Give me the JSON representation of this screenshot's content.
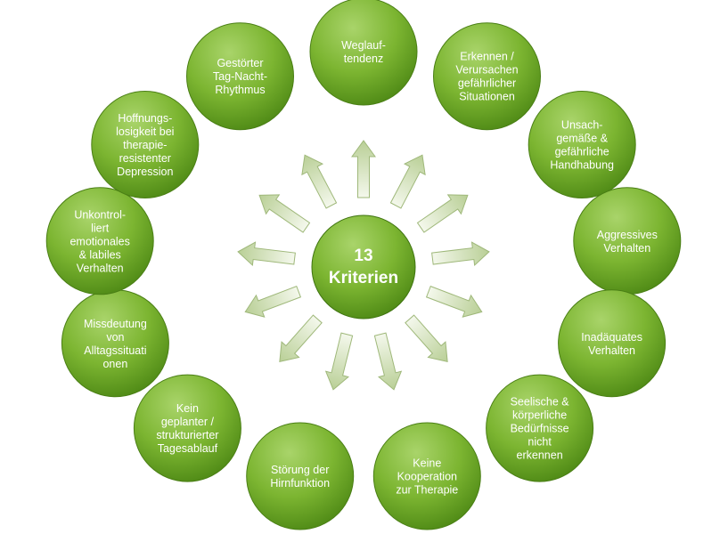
{
  "center": {
    "lines": [
      "13",
      "Kriterien"
    ]
  },
  "criteria": [
    {
      "lines": [
        "Weglauf-",
        "tendenz"
      ]
    },
    {
      "lines": [
        "Erkennen /",
        "Verursachen",
        "gefährlicher",
        "Situationen"
      ]
    },
    {
      "lines": [
        "Unsach-",
        "gemäße &",
        "gefährliche",
        "Handhabung"
      ]
    },
    {
      "lines": [
        "Aggressives",
        "Verhalten"
      ]
    },
    {
      "lines": [
        "Inadäquates",
        "Verhalten"
      ]
    },
    {
      "lines": [
        "Seelische &",
        "körperliche",
        "Bedürfnisse",
        "nicht",
        "erkennen"
      ]
    },
    {
      "lines": [
        "Keine",
        "Kooperation",
        "zur Therapie"
      ]
    },
    {
      "lines": [
        "Störung der",
        "Hirnfunktion"
      ]
    },
    {
      "lines": [
        "Kein",
        "geplanter /",
        "strukturierter",
        "Tagesablauf"
      ]
    },
    {
      "lines": [
        "Missdeutung",
        "von",
        "Alltagssituati",
        "onen"
      ]
    },
    {
      "lines": [
        "Unkontrol-",
        "liert",
        "emotionales",
        "& labiles",
        "Verhalten"
      ]
    },
    {
      "lines": [
        "Hoffnungs-",
        "losigkeit bei",
        "therapie-",
        "resistenter",
        "Depression"
      ]
    },
    {
      "lines": [
        "Gestörter",
        "Tag-Nacht-",
        "Rhythmus"
      ]
    }
  ],
  "colors": {
    "node_light": "#a9d46a",
    "node_mid": "#7cb531",
    "node_dark": "#4f8a16",
    "arrow_light": "#f4f8ec",
    "arrow_dark": "#b9cf96",
    "arrow_stroke": "#9fb87a",
    "text": "#ffffff"
  }
}
